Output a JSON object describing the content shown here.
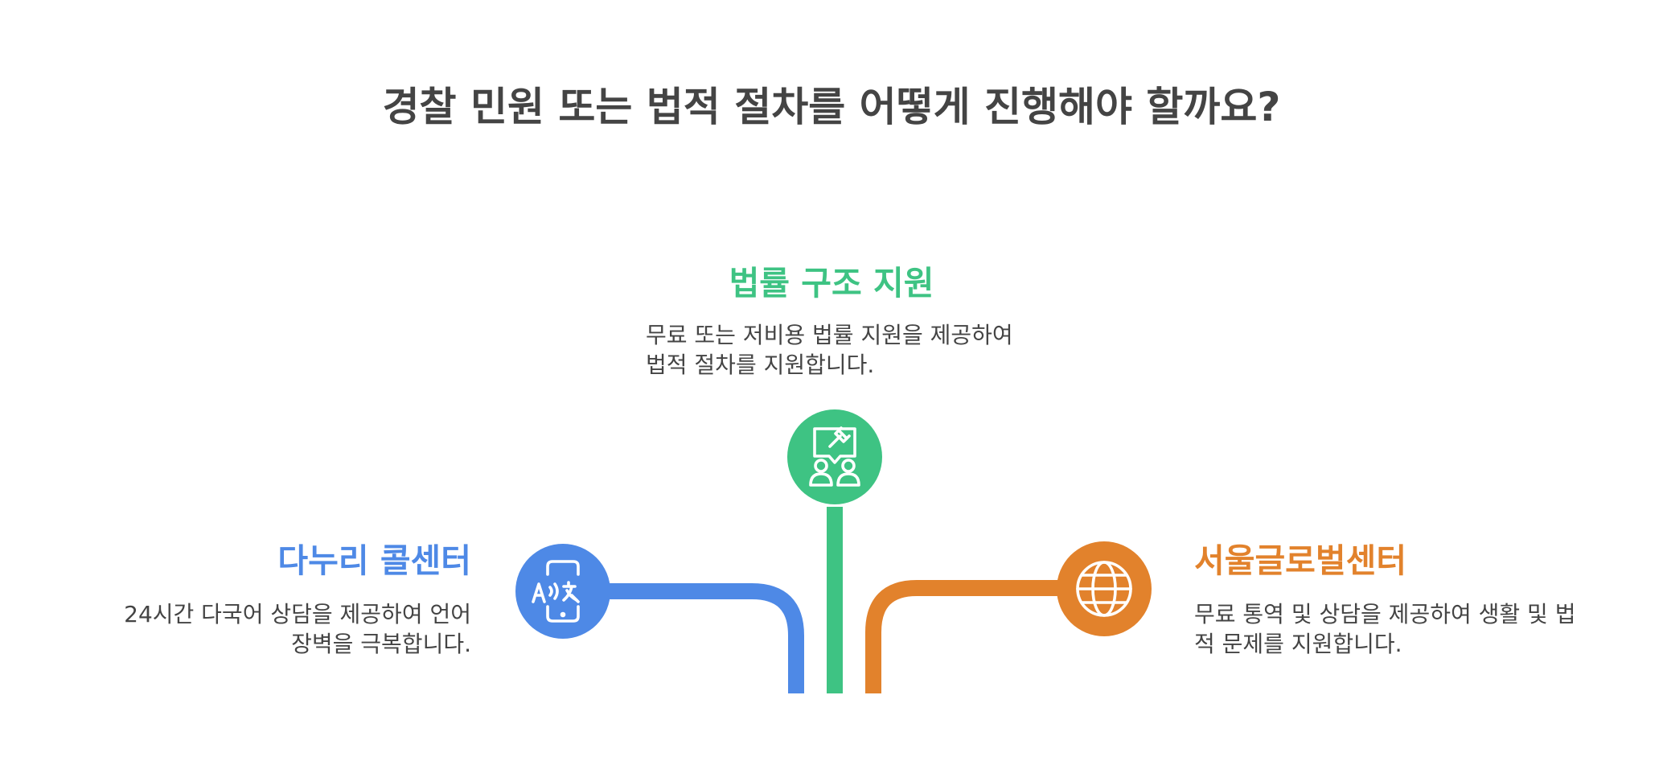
{
  "title": "경찰 민원 또는 법적 절차를 어떻게 진행해야 할까요?",
  "options": {
    "legal_aid": {
      "heading": "법률 구조 지원",
      "description": "무료 또는 저비용 법률 지원을 제공하여 법적 절차를 지원합니다.",
      "icon": "legal-consultation-icon",
      "color": "#3EC383"
    },
    "danuri": {
      "heading": "다누리 콜센터",
      "description": "24시간 다국어 상담을 제공하여 언어 장벽을 극복합니다.",
      "icon": "phone-translate-icon",
      "color": "#4E89E6"
    },
    "seoul_global": {
      "heading": "서울글로벌센터",
      "description": "무료 통역 및 상담을 제공하여 생활 및 법적 문제를 지원합니다.",
      "icon": "globe-icon",
      "color": "#E2822C"
    }
  }
}
